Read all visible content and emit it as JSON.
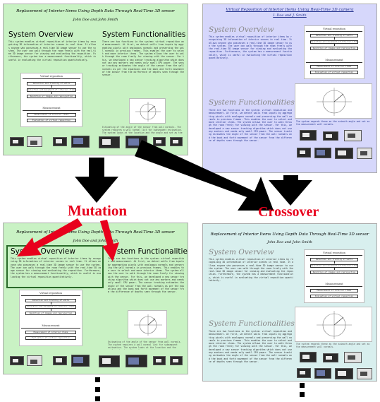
{
  "posters": {
    "parent_a": {
      "title": "Replacement of Interior Items Using Depth Data Through Real-Time 3D sensor",
      "authors": "John Doe and John Smith",
      "heading_left": "System Overview",
      "heading_right": "System Functionalities",
      "overview_text": "This system enables virtual reposition of interior items by recognizing 3D information of interior scenes in real time. It allows anyone who possesses a real-time 3D image sensor to use the system. The user can walk through the room freely with the real-time 3D image sensor for viewing and evaluating the reposition. Furthermore, the system has a measurement functionality, which is useful in evaluating the virtual reposition quantitatively.",
      "functionalities_text": "There are two functions in the system: virtual reposition and measurement. At first, we detect walls from inputs by aggregating pixels with analogous normals and preserving the wall normals in previous frames. This enables the user to select and move interior items. The system allows the user to walk through the room freely for viewing with the sensor. For this, we developed a new sensor tracking algorithm which does not use any markers and needs only small CPU power. The sensor tracking estimates the angle of the sensor from the wall normals as per the equations and the bank and forth movement of the sensor from the difference of depths seen through the sensor.",
      "diagram_title": "Virtual reposition",
      "diagram_steps": [
        "Detection and tracking of walls",
        "Selection and movement of interior items",
        "Rendition of images and reprojection"
      ],
      "diagram2_title": "Measurement",
      "diagram2_steps": [
        "Measurement of interior items",
        "Evaluation of virtual reposition"
      ],
      "figure_caption": "Estimating of the angle of the sensor from wall normals. The system requires a wall normal list for subsequent estimation. The system looks at the location and the angle and set as the reference point."
    },
    "parent_b": {
      "title": "Virtual Reposition of Interior Items Using Real-Time 3D camera",
      "authors": "I. Doe and J. Smith",
      "heading_top": "System Overview",
      "heading_bottom": "System Functionalities",
      "overview_text": "This system enables virtual reposition of interior items by recognizing 3D information of interior scenes in real time. It allows anyone who possesses a real-time 3D image sensor to use the system. The user can walk through the room freely with the real-time 3D image sensor for viewing and evaluating the reposition. Furthermore, the system has a measurement functionality, which is useful in evaluating the virtual reposition quantitatively.",
      "functionalities_text": "There are two functions in the system: virtual reposition and measurement. At first, we detect walls from inputs by aggregating pixels with analogous normals and preserving the wall normals in previous frames. This enables the user to select and move interior items. The system allows the user to walk through the room freely for viewing with the sensor. For this, we developed a new sensor tracking algorithm which does not use any markers and needs only small CPU power. The sensor tracking estimates the angle of the sensor from the wall normals and the back and forth movement of the sensor from the difference of depths seen through the sensor.",
      "diagram_title": "Virtual reposition",
      "diagram_steps": [
        "Detection and tracking of walls",
        "Selection and movement of interior items",
        "Rendition of images and reprojection"
      ],
      "diagram2_title": "Measurement",
      "diagram2_steps": [
        "Measurement of interior items",
        "Evaluation of virtual reposition"
      ],
      "figure_caption": "The system regards these as the azimuth angle and set as the measurement wall normals."
    },
    "mutation_child": {
      "title": "Replacement of Interior Items Using Depth Data Through Real-Time 3D sensor",
      "authors": "John Doe and John Smith",
      "heading_left": "System Overview",
      "heading_right": "System Functionalities",
      "overview_text": "This system enables virtual reposition of interior items by recognizing 3D information of interior scenes in real time. It allows anyone who possesses a real-time 3D image sensor to use the system. The user can walk through the room freely with the real-time 3D image sensor for viewing and evaluating the reposition. Furthermore, the system has a measurement functionality, which is useful in evaluating the virtual reposition quantitatively.",
      "functionalities_text": "There are two functions in the system: virtual reposition and measurement. At first, we detect walls from inputs by aggregating pixels with analogous normals and preserving the wall normals in previous frames. This enables the user to select and move interior items. The system allows the user to walk through the room freely for viewing with the sensor. For this, we developed a new sensor tracking algorithm which does not use any markers and needs only small CPU power. The sensor tracking estimates the angle of the sensor from the wall normals as per the equations and the bank and forth movement of the sensor from the difference of depths seen through the sensor.",
      "diagram_title": "Virtual reposition",
      "diagram_steps": [
        "Detection and tracking of walls",
        "Selection and movement of interior items",
        "Rendition of images and reprojection"
      ],
      "diagram2_title": "Measurement",
      "diagram2_steps": [
        "Measurement of interior items",
        "Evaluation of virtual reposition"
      ],
      "figure_caption": "Estimating of the angle of the sensor from wall normals. The system requires a wall normal list for subsequent estimation. The system looks at the location and the angle and set as the reference point."
    },
    "crossover_child": {
      "title": "Replacement of Interior Items Using Depth Data Through Real-Time 3D sensor",
      "authors": "John Doe and John Smith",
      "heading_top": "System Overview",
      "heading_bottom": "System Functionalities",
      "overview_text": "This system enables virtual reposition of interior items by recognizing 3D information of interior scenes in real time. It allows anyone who possesses a real-time 3D image sensor to use the system. The user can walk through the room freely with the real-time 3D image sensor for viewing and evaluating the reposition. Furthermore, the system has a measurement functionality, which is useful in evaluating the virtual reposition quantitatively.",
      "functionalities_text": "There are two functions in the system: virtual reposition and measurement. At first, we detect walls from inputs by aggregating pixels with analogous normals and preserving the wall normals in previous frames. This enables the user to select and move interior items. The system allows the user to walk through the room freely for viewing with the sensor. For this, we developed a new sensor tracking algorithm which does not use any markers and needs only small CPU power. The sensor tracking estimates the angle of the sensor from the wall normals and the back and forth movement of the sensor from the difference of depths seen through the sensor.",
      "diagram_title": "Virtual reposition",
      "diagram_steps": [
        "Detection and tracking of walls",
        "Selection and movement of interior items",
        "Rendition of images and reprojection"
      ],
      "diagram2_title": "Measurement",
      "diagram2_steps": [
        "Measurement of interior items",
        "Evaluation of virtual reposition"
      ],
      "figure_caption": "The system regards these as the azimuth angle and set as the measurement wall normals."
    }
  },
  "labels": {
    "mutation": "Mutation",
    "crossover": "Crossover"
  },
  "colors": {
    "green_poster": "#c9f2c4",
    "purple_poster": "#d6d7fb",
    "teal_poster": "#d8efee",
    "label_red": "#e8001c",
    "arrow_black": "#000000",
    "arrow_red": "#e8001c"
  }
}
